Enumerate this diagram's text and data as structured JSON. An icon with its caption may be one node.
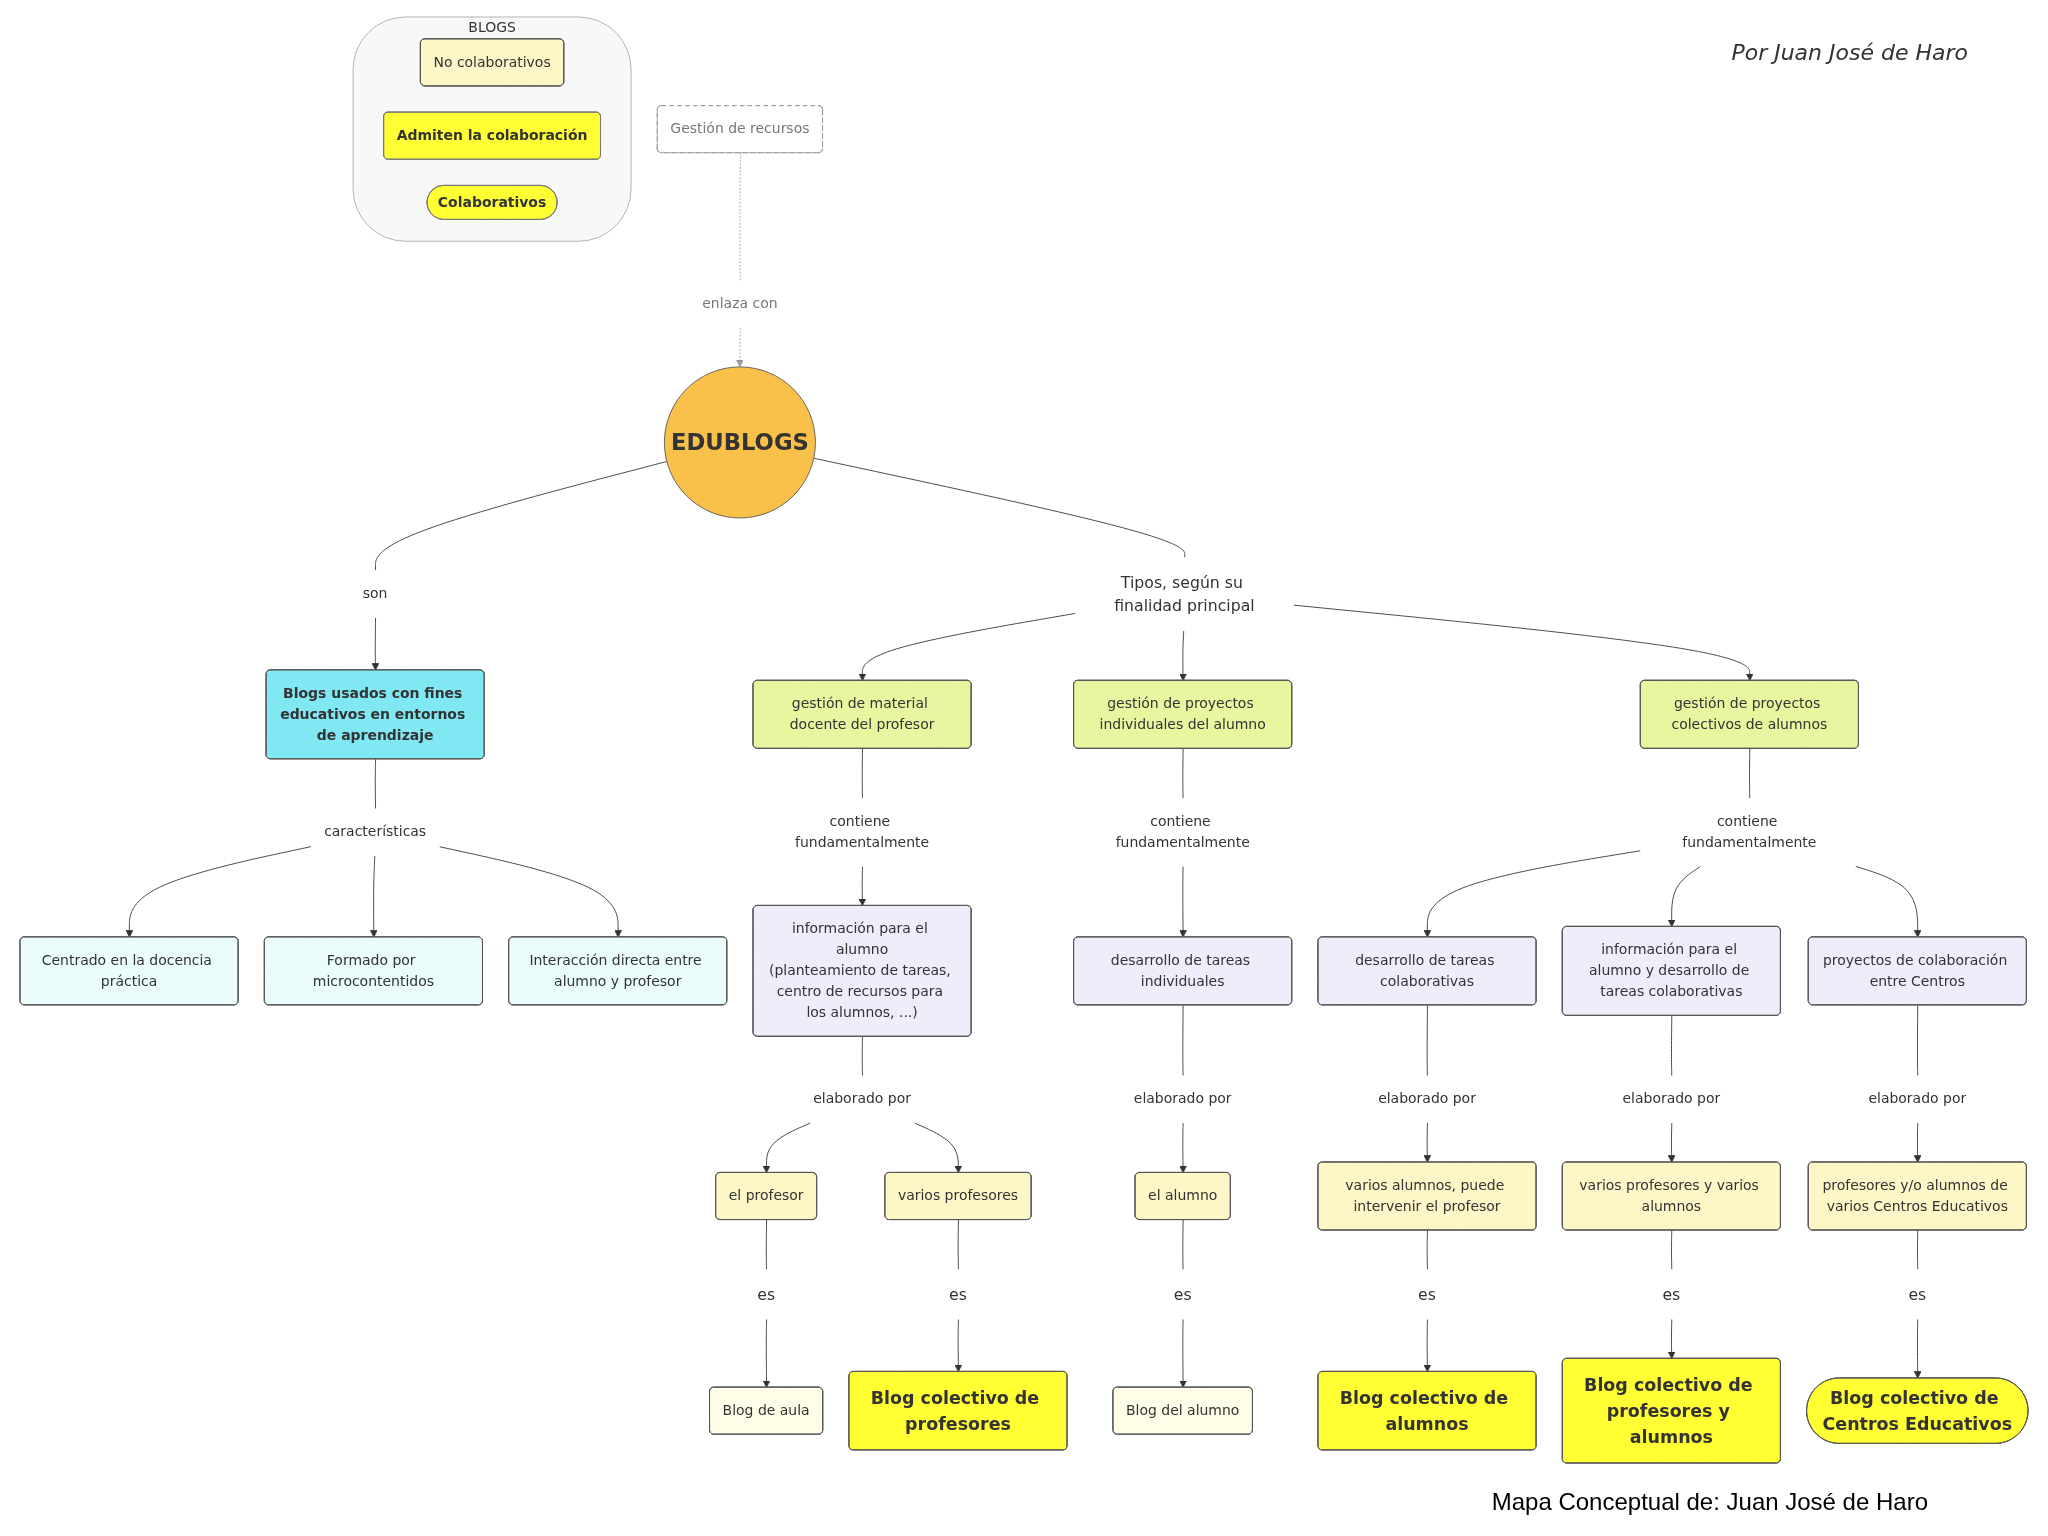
{
  "diagram": {
    "caption": "Mapa Conceptual de: Juan José de Haro",
    "nodes": [
      {
        "text": [
          "Gestión de recursos"
        ]
      },
      {
        "text": [
          "enlaza con"
        ]
      },
      {
        "text": [
          "EDUBLOGS"
        ]
      },
      {
        "text": [
          "son"
        ]
      },
      {
        "text": [
          "Blogs usados con fines educativos en entornos de aprendizaje"
        ]
      },
      {
        "text": [
          "BLOGS"
        ]
      },
      {
        "text": [
          "No colaborativos"
        ],
        "in": 5
      },
      {
        "text": [
          "Admiten la colaboración"
        ],
        "in": 5
      },
      {
        "text": [
          "Colaborativos"
        ],
        "in": 5
      },
      {
        "text": [
          "Centrado en la docencia práctica"
        ]
      },
      {
        "text": [
          "características"
        ]
      },
      {
        "text": [
          "Formado por microcontentidos"
        ]
      },
      {
        "text": [
          "Interacción directa entre alumno y profesor"
        ]
      },
      {
        "text": [
          "Tipos, según su finalidad principal"
        ]
      },
      {
        "text": [
          "gestión de material docente del profesor"
        ]
      },
      {
        "text": [
          "gestión de proyectos individuales del alumno"
        ]
      },
      {
        "text": [
          "gestión de proyectos colectivos de alumnos"
        ]
      },
      {
        "text": [
          "contiene fundamentalmente"
        ]
      },
      {
        "text": [
          "contiene fundamentalmente"
        ]
      },
      {
        "text": [
          "contiene fundamentalmente"
        ]
      },
      {
        "text": [
          "información para el alumno",
          "(planteamiento de tareas, centro de recursos para los alumnos, ...)"
        ]
      },
      {
        "text": [
          "desarrollo de tareas individuales"
        ]
      },
      {
        "text": [
          "desarrollo de tareas colaborativas"
        ]
      },
      {
        "text": [
          "información para el alumno y desarrollo de tareas colaborativas"
        ]
      },
      {
        "text": [
          "proyectos de colaboración entre Centros"
        ]
      },
      {
        "text": [
          "elaborado por"
        ]
      },
      {
        "text": [
          "elaborado por"
        ]
      },
      {
        "text": [
          "elaborado por"
        ]
      },
      {
        "text": [
          "elaborado por"
        ]
      },
      {
        "text": [
          "elaborado por"
        ]
      },
      {
        "text": [
          "el profesor"
        ]
      },
      {
        "text": [
          "varios profesores"
        ]
      },
      {
        "text": [
          "el alumno"
        ]
      },
      {
        "text": [
          "varios alumnos, puede intervenir el profesor"
        ]
      },
      {
        "text": [
          "varios profesores y varios alumnos"
        ]
      },
      {
        "text": [
          "profesores y/o alumnos de varios Centros Educativos"
        ]
      },
      {
        "text": [
          "es"
        ]
      },
      {
        "text": [
          "es"
        ]
      },
      {
        "text": [
          "es"
        ]
      },
      {
        "text": [
          "es"
        ]
      },
      {
        "text": [
          "es"
        ]
      },
      {
        "text": [
          "es"
        ]
      },
      {
        "text": [
          "Blog de aula"
        ]
      },
      {
        "text": [
          "Blog colectivo de profesores"
        ]
      },
      {
        "text": [
          "Blog del alumno"
        ]
      },
      {
        "text": [
          "Blog colectivo de alumnos"
        ]
      },
      {
        "text": [
          "Blog colectivo de profesores y alumnos"
        ]
      },
      {
        "text": [
          "Blog colectivo de Centros Educativos"
        ]
      }
    ],
    "edges": [
      {
        "from": 0,
        "to": 1,
        "arrow": "none",
        "style": "dashed",
        "color": "#999999"
      },
      {
        "from": 1,
        "to": 2,
        "arrow": "to",
        "style": "dashed",
        "color": "#999999"
      },
      {
        "from": 2,
        "to": 3,
        "arrow": "none"
      },
      {
        "from": 3,
        "to": 4,
        "arrow": "to"
      },
      {
        "from": 4,
        "to": 10,
        "arrow": "none"
      },
      {
        "from": 10,
        "to": 9,
        "arrow": "to"
      },
      {
        "from": 10,
        "to": 11,
        "arrow": "to"
      },
      {
        "from": 10,
        "to": 12,
        "arrow": "to"
      },
      {
        "from": 2,
        "to": 13,
        "arrow": "none"
      },
      {
        "from": 13,
        "to": 14,
        "arrow": "to"
      },
      {
        "from": 13,
        "to": 15,
        "arrow": "to"
      },
      {
        "from": 13,
        "to": 16,
        "arrow": "to"
      },
      {
        "from": 14,
        "to": 17,
        "arrow": "none"
      },
      {
        "from": 17,
        "to": 20,
        "arrow": "to"
      },
      {
        "from": 15,
        "to": 18,
        "arrow": "none"
      },
      {
        "from": 18,
        "to": 21,
        "arrow": "to"
      },
      {
        "from": 16,
        "to": 19,
        "arrow": "none"
      },
      {
        "from": 19,
        "to": 22,
        "arrow": "to"
      },
      {
        "from": 19,
        "to": 23,
        "arrow": "to"
      },
      {
        "from": 19,
        "to": 24,
        "arrow": "to"
      },
      {
        "from": 20,
        "to": 25,
        "arrow": "none"
      },
      {
        "from": 25,
        "to": 30,
        "arrow": "to"
      },
      {
        "from": 25,
        "to": 31,
        "arrow": "to"
      },
      {
        "from": 21,
        "to": 26,
        "arrow": "none"
      },
      {
        "from": 26,
        "to": 32,
        "arrow": "to"
      },
      {
        "from": 22,
        "to": 27,
        "arrow": "none"
      },
      {
        "from": 27,
        "to": 33,
        "arrow": "to"
      },
      {
        "from": 23,
        "to": 28,
        "arrow": "none"
      },
      {
        "from": 28,
        "to": 34,
        "arrow": "to"
      },
      {
        "from": 24,
        "to": 29,
        "arrow": "none"
      },
      {
        "from": 29,
        "to": 35,
        "arrow": "to"
      },
      {
        "from": 30,
        "to": 36,
        "arrow": "none"
      },
      {
        "from": 36,
        "to": 42,
        "arrow": "to"
      },
      {
        "from": 31,
        "to": 37,
        "arrow": "none"
      },
      {
        "from": 37,
        "to": 43,
        "arrow": "to"
      },
      {
        "from": 32,
        "to": 38,
        "arrow": "none"
      },
      {
        "from": 38,
        "to": 44,
        "arrow": "to"
      },
      {
        "from": 33,
        "to": 39,
        "arrow": "none"
      },
      {
        "from": 39,
        "to": 45,
        "arrow": "to"
      },
      {
        "from": 34,
        "to": 40,
        "arrow": "none"
      },
      {
        "from": 40,
        "to": 46,
        "arrow": "to"
      },
      {
        "from": 35,
        "to": 41,
        "arrow": "none"
      },
      {
        "from": 41,
        "to": 47,
        "arrow": "to"
      }
    ],
    "labels": [
      "Por Juan José de Haro"
    ]
  }
}
